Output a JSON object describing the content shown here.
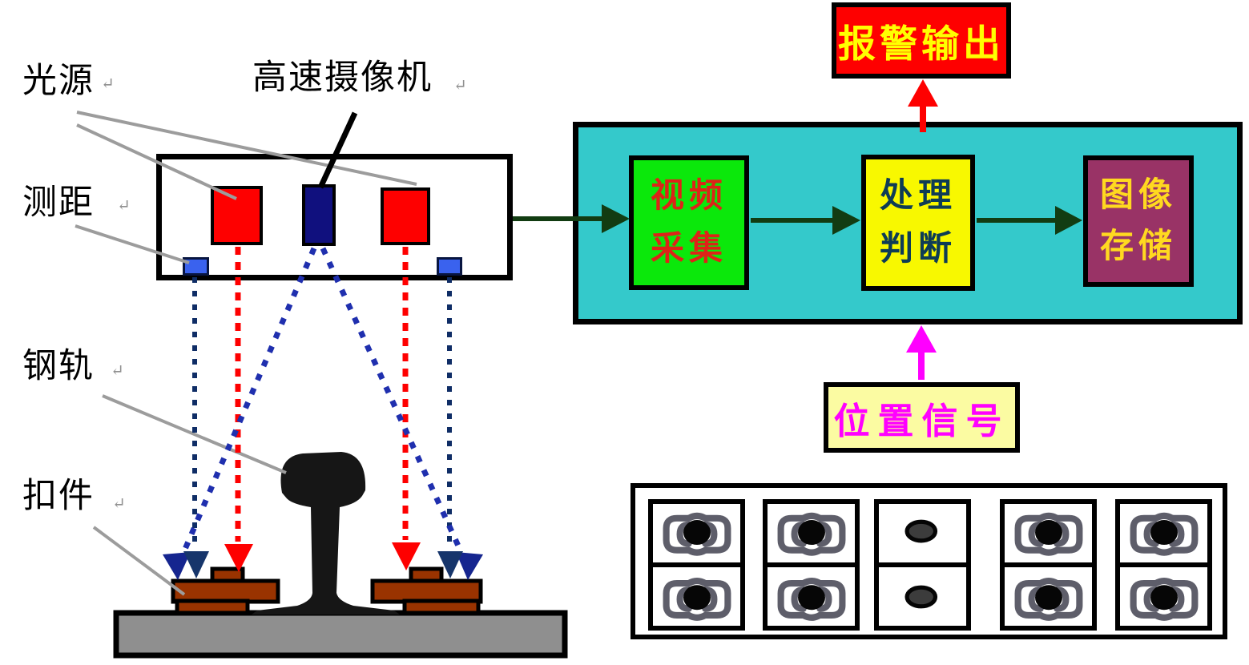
{
  "labels": {
    "light_source": "光源",
    "high_speed_camera": "高速摄像机",
    "ranging": "测距",
    "rail": "钢轨",
    "fastener": "扣件",
    "line_break_mark": "↵"
  },
  "flow": {
    "alarm_output": "报警输出",
    "video_capture": {
      "line1": "视频",
      "line2": "采集"
    },
    "process_judge": {
      "line1": "处理",
      "line2": "判断"
    },
    "image_storage": {
      "line1": "图像",
      "line2": "存储"
    },
    "position_signal": "位置信号"
  },
  "colors": {
    "cyan_panel": "#34C9CB",
    "alarm_red": "#FE0000",
    "capture_green": "#0BE80B",
    "process_yellow": "#F8F800",
    "storage_plum": "#993366",
    "signal_cream": "#FBFBA2",
    "signal_magenta": "#FF00FF",
    "camera_navy": "#10107E",
    "sensor_blue": "#3A62EE",
    "fastener_brown": "#993300",
    "sleeper_gray": "#8F8F8F",
    "flow_arrow_green": "#123C12",
    "beam_red": "#FE0000",
    "beam_navy": "#0F2D66",
    "beam_blue": "#1F2FAE",
    "leader_gray": "#9C9C9C",
    "clip_gray": "#5E5E6A"
  }
}
